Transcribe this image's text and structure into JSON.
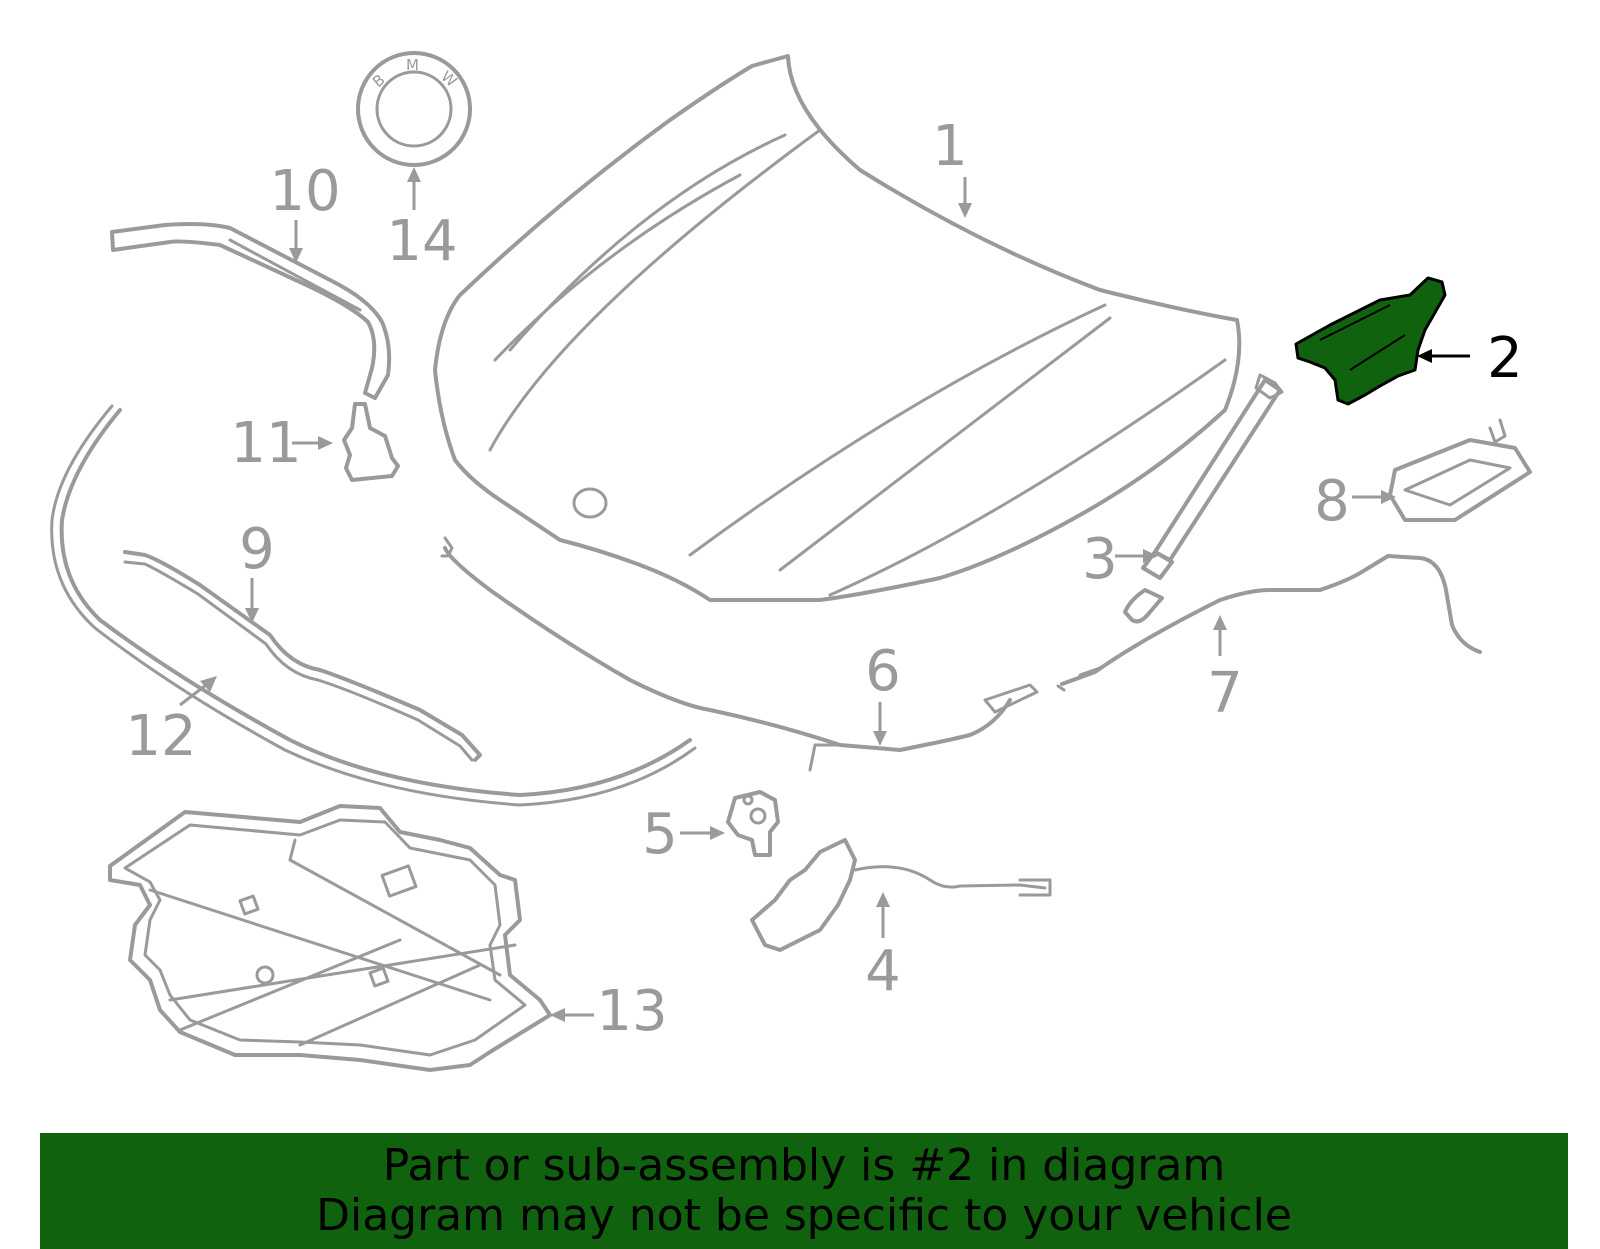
{
  "colors": {
    "highlight": "#11620f",
    "outline": "#9a9a9a",
    "banner": "#11620f"
  },
  "emblem_letters": [
    "B",
    "M",
    "W"
  ],
  "callouts": [
    {
      "id": "1",
      "label": "1"
    },
    {
      "id": "2",
      "label": "2",
      "highlighted": true
    },
    {
      "id": "3",
      "label": "3"
    },
    {
      "id": "4",
      "label": "4"
    },
    {
      "id": "5",
      "label": "5"
    },
    {
      "id": "6",
      "label": "6"
    },
    {
      "id": "7",
      "label": "7"
    },
    {
      "id": "8",
      "label": "8"
    },
    {
      "id": "9",
      "label": "9"
    },
    {
      "id": "10",
      "label": "10"
    },
    {
      "id": "11",
      "label": "11"
    },
    {
      "id": "12",
      "label": "12"
    },
    {
      "id": "13",
      "label": "13"
    },
    {
      "id": "14",
      "label": "14"
    }
  ],
  "banner": {
    "line1": "Part or sub-assembly is #2 in diagram",
    "line2": "Diagram may not be specific to your vehicle"
  }
}
